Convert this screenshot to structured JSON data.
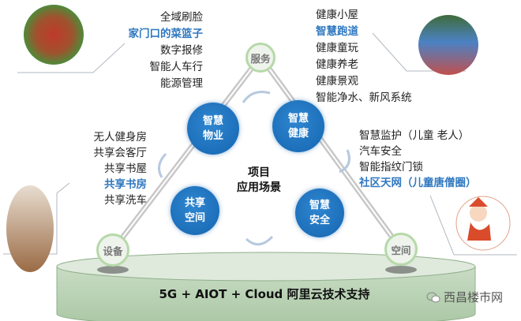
{
  "center_title": [
    "项目",
    "应用场景"
  ],
  "nodes": {
    "top": "服务",
    "left": "设备",
    "right": "空间"
  },
  "modules": [
    {
      "label": "智慧\n物业"
    },
    {
      "label": "智慧\n健康"
    },
    {
      "label": "共享\n空间"
    },
    {
      "label": "智慧\n安全"
    }
  ],
  "lists": {
    "property": [
      "全域刷脸",
      "家门口的菜篮子",
      "数字报修",
      "智能人车行",
      "能源管理"
    ],
    "health": [
      "健康小屋",
      "智慧跑道",
      "健康童玩",
      "健康养老",
      "健康景观",
      "智能净水、新风系统"
    ],
    "shared": [
      "无人健身房",
      "共享会客厅",
      "共享书屋",
      "共享书房",
      "共享洗车"
    ],
    "safety": [
      "智慧监护（儿童 老人）",
      "汽车安全",
      "智能指纹门锁",
      "社区天网（儿童唐僧圈）"
    ]
  },
  "base_label": "5G + AIOT + Cloud 阿里云技术支持",
  "watermark": "西昌楼市网",
  "colors": {
    "accent_blue": "#1565b0",
    "highlight": "#2f78c0",
    "node_green": "#b6d9a8",
    "base_green": "#b9d4b4"
  }
}
